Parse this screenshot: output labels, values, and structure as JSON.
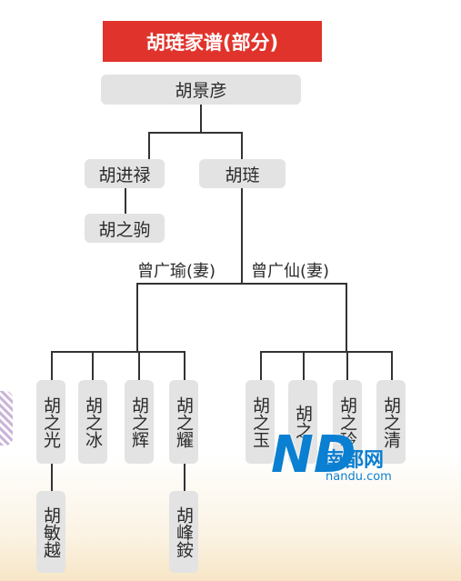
{
  "title": "胡琏家谱(部分)",
  "root": "胡景彦",
  "gen2": {
    "left": "胡进禄",
    "right": "胡琏"
  },
  "gen3_left": "胡之驹",
  "wives": {
    "left": "曾广瑜(妻)",
    "right": "曾广仙(妻)"
  },
  "children_left": [
    "胡之光",
    "胡之冰",
    "胡之辉",
    "胡之耀"
  ],
  "children_right": [
    "胡之玉",
    "胡之",
    "胡之玲",
    "胡之清"
  ],
  "grandchildren": {
    "under_first": "胡敏越",
    "under_fourth": "胡峰銨"
  },
  "watermark": {
    "logo": "ND",
    "name": "南都网",
    "domain": "nandu.com"
  },
  "colors": {
    "title_bg": "#e0332b",
    "box_bg": "#e3e3e3",
    "line": "#333333",
    "watermark": "#0b7fd1"
  }
}
